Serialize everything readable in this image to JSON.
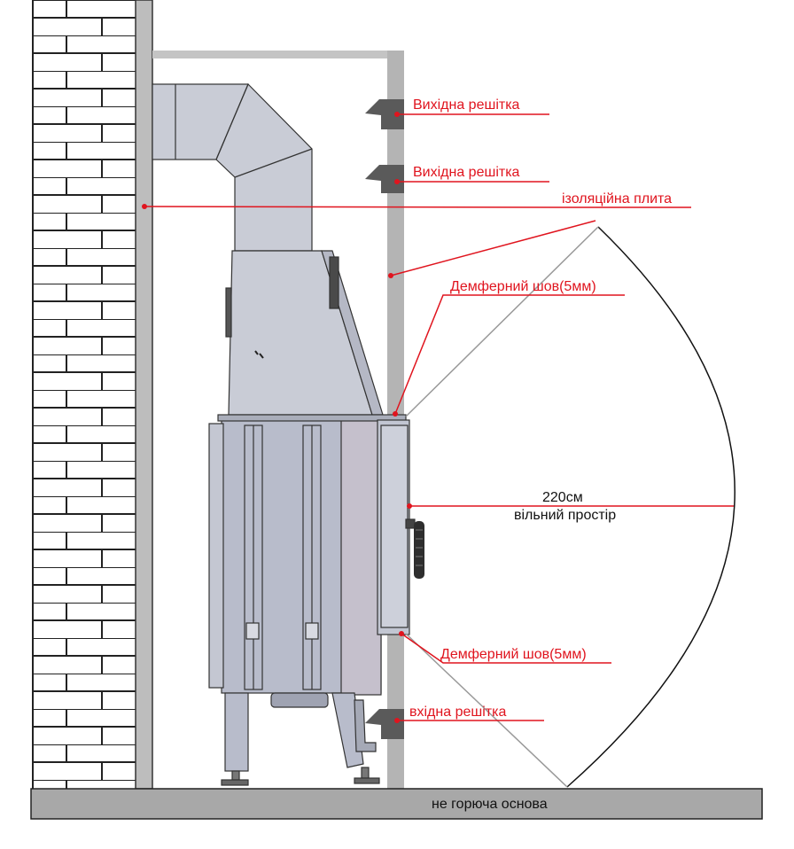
{
  "labels": {
    "outlet_grille_1": "Вихідна решітка",
    "outlet_grille_2": "Вихідна решітка",
    "insulation_board": "ізоляційна плита",
    "damper_seam_top": "Демферний шов(5мм)",
    "free_space_distance": "220см",
    "free_space_text": "вільний простір",
    "damper_seam_bottom": "Демферний шов(5мм)",
    "inlet_grille": "вхідна решітка",
    "base": "не горюча основа"
  },
  "colors": {
    "annotation_red": "#e0141e",
    "steel": "#b8bccb",
    "wall_gray": "#bdbdbd",
    "base_gray": "#a8a8a8"
  }
}
